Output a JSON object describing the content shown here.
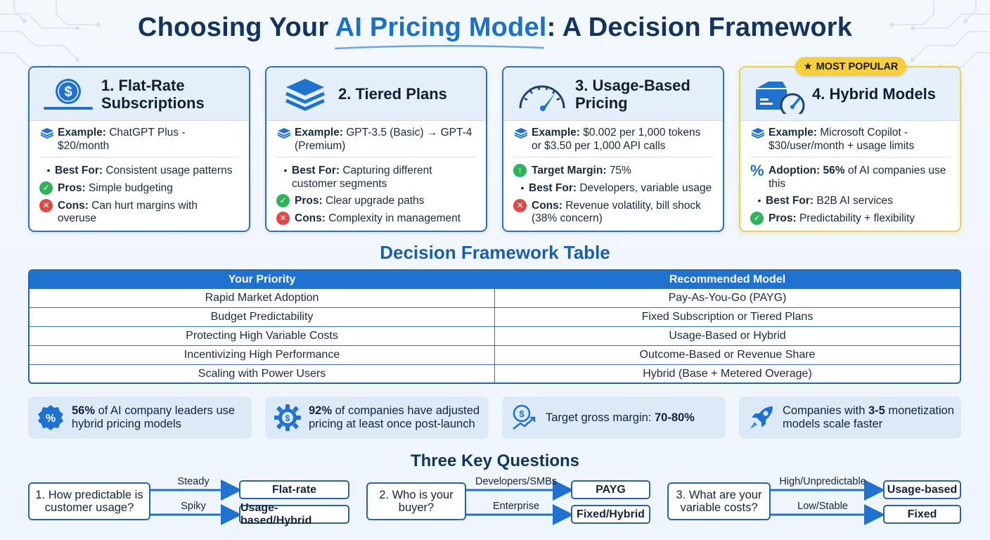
{
  "title": {
    "part1": "Choosing Your ",
    "highlight": "AI Pricing Model",
    "part2": ": A Decision Framework"
  },
  "badge": {
    "label": "MOST POPULAR",
    "icon": "star-icon"
  },
  "cards": [
    {
      "title_line1": "1. Flat-Rate",
      "title_line2": "Subscriptions",
      "icon": "dollar-laptop-icon",
      "example_label": "Example:",
      "example": "ChatGPT Plus - $20/month",
      "bestfor_label": "Best For:",
      "bestfor": "Consistent usage patterns",
      "pros_label": "Pros:",
      "pros": "Simple budgeting",
      "cons_label": "Cons:",
      "cons": "Can hurt margins with overuse"
    },
    {
      "title_line1": "2. Tiered Plans",
      "icon": "layers-icon",
      "example_label": "Example:",
      "example": "GPT-3.5 (Basic) → GPT-4 (Premium)",
      "bestfor_label": "Best For:",
      "bestfor": "Capturing different customer segments",
      "pros_label": "Pros:",
      "pros": "Clear upgrade paths",
      "cons_label": "Cons:",
      "cons": "Complexity in management"
    },
    {
      "title_line1": "3. Usage-Based",
      "title_line2": "Pricing",
      "icon": "gauge-icon",
      "example_label": "Example:",
      "example": "$0.002 per 1,000 tokens or $3.50 per 1,000 API calls",
      "margin_label": "Target Margin:",
      "margin": "75%",
      "bestfor_label": "Best For:",
      "bestfor": "Developers, variable usage",
      "cons_label": "Cons:",
      "cons": "Revenue volatility, bill shock (38% concern)"
    },
    {
      "title_line1": "4. Hybrid Models",
      "icon": "box-gauge-icon",
      "example_label": "Example:",
      "example": "Microsoft Copilot - $30/user/month + usage limits",
      "adoption_label": "Adoption:",
      "adoption_bold": "56%",
      "adoption": " of AI companies use this",
      "bestfor_label": "Best For:",
      "bestfor": "B2B AI services",
      "pros_label": "Pros:",
      "pros": "Predictability + flexibility"
    }
  ],
  "table": {
    "title": "Decision Framework Table",
    "headers": [
      "Your Priority",
      "Recommended Model"
    ],
    "rows": [
      [
        "Rapid Market Adoption",
        "Pay-As-You-Go (PAYG)"
      ],
      [
        "Budget Predictability",
        "Fixed Subscription or Tiered Plans"
      ],
      [
        "Protecting High Variable Costs",
        "Usage-Based or Hybrid"
      ],
      [
        "Incentivizing High Performance",
        "Outcome-Based or Revenue Share"
      ],
      [
        "Scaling with Power Users",
        "Hybrid (Base + Metered Overage)"
      ]
    ]
  },
  "stats": [
    {
      "icon": "percent-badge-icon",
      "bold": "56%",
      "text_a": " of AI company leaders use",
      "text_b": "hybrid pricing models"
    },
    {
      "icon": "gear-dollar-icon",
      "bold": "92%",
      "text_a": " of companies have adjusted",
      "text_b": "pricing at least once post-launch"
    },
    {
      "icon": "dollar-trend-icon",
      "text_a": "Target gross margin: ",
      "bold": "70-80%"
    },
    {
      "icon": "rocket-icon",
      "text_a": "Companies with ",
      "bold": "3-5",
      "text_b": " monetization",
      "text_c": "models scale faster"
    }
  ],
  "questions": {
    "title": "Three Key Questions",
    "items": [
      {
        "question_line1": "1. How predictable is",
        "question_line2": "customer usage?",
        "branches": [
          {
            "label": "Steady",
            "answer": "Flat-rate"
          },
          {
            "label": "Spiky",
            "answer": "Usage-based/Hybrid"
          }
        ]
      },
      {
        "question_line1": "2. Who is your",
        "question_line2": "buyer?",
        "branches": [
          {
            "label": "Developers/SMBs",
            "answer": "PAYG"
          },
          {
            "label": "Enterprise",
            "answer": "Fixed/Hybrid"
          }
        ]
      },
      {
        "question_line1": "3. What are your",
        "question_line2": "variable costs?",
        "branches": [
          {
            "label": "High/Unpredictable",
            "answer": "Usage-based"
          },
          {
            "label": "Low/Stable",
            "answer": "Fixed"
          }
        ]
      }
    ]
  },
  "colors": {
    "primary": "#1f72cf",
    "navy": "#12345e",
    "accent_gold": "#f6cf3b",
    "check_green": "#2fb35a",
    "cross_red": "#e24646"
  }
}
